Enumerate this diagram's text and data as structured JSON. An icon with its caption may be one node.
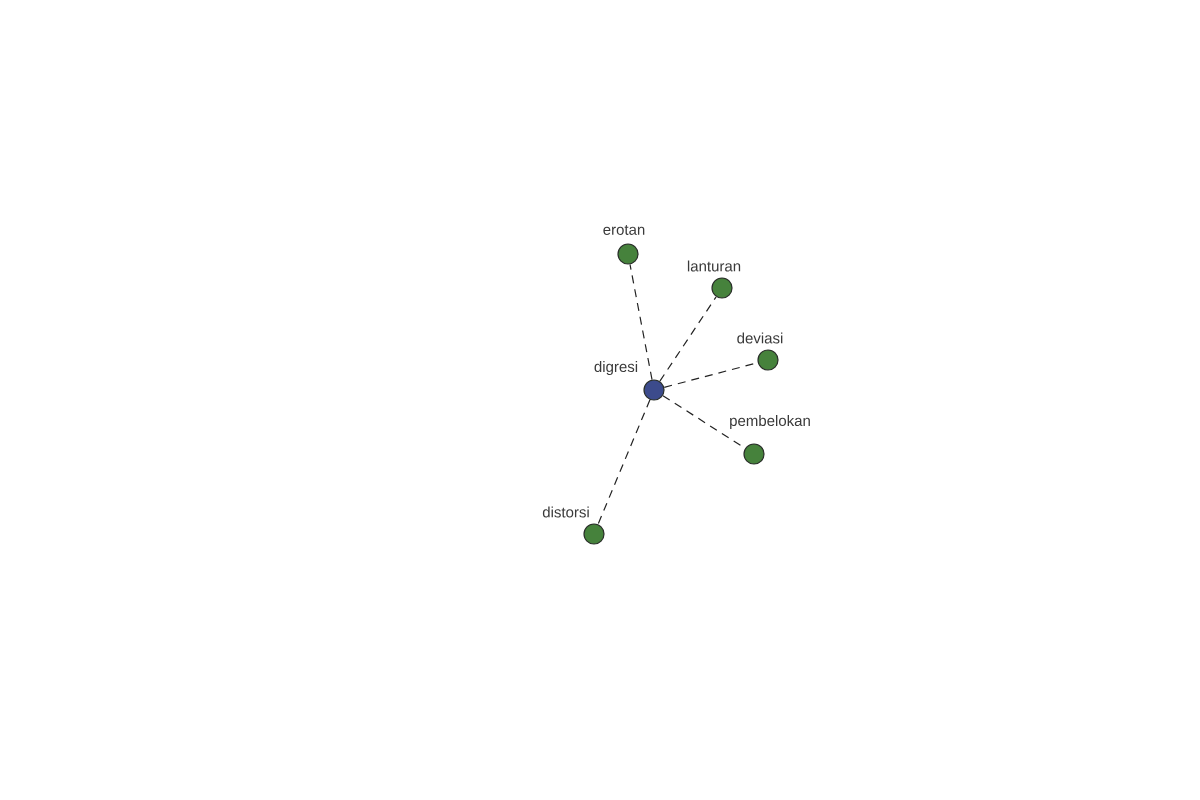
{
  "diagram": {
    "nodes": [
      {
        "text": [
          "digresi"
        ]
      },
      {
        "text": [
          "erotan"
        ]
      },
      {
        "text": [
          "lanturan"
        ]
      },
      {
        "text": [
          "deviasi"
        ]
      },
      {
        "text": [
          "pembelokan"
        ]
      },
      {
        "text": [
          "distorsi"
        ]
      }
    ],
    "edges": [
      {
        "from": 0,
        "to": 1,
        "arrow": "none",
        "style": "dashed"
      },
      {
        "from": 0,
        "to": 2,
        "arrow": "none",
        "style": "dashed"
      },
      {
        "from": 0,
        "to": 3,
        "arrow": "none",
        "style": "dashed"
      },
      {
        "from": 0,
        "to": 4,
        "arrow": "none",
        "style": "dashed"
      },
      {
        "from": 0,
        "to": 5,
        "arrow": "none",
        "style": "dashed"
      }
    ]
  }
}
